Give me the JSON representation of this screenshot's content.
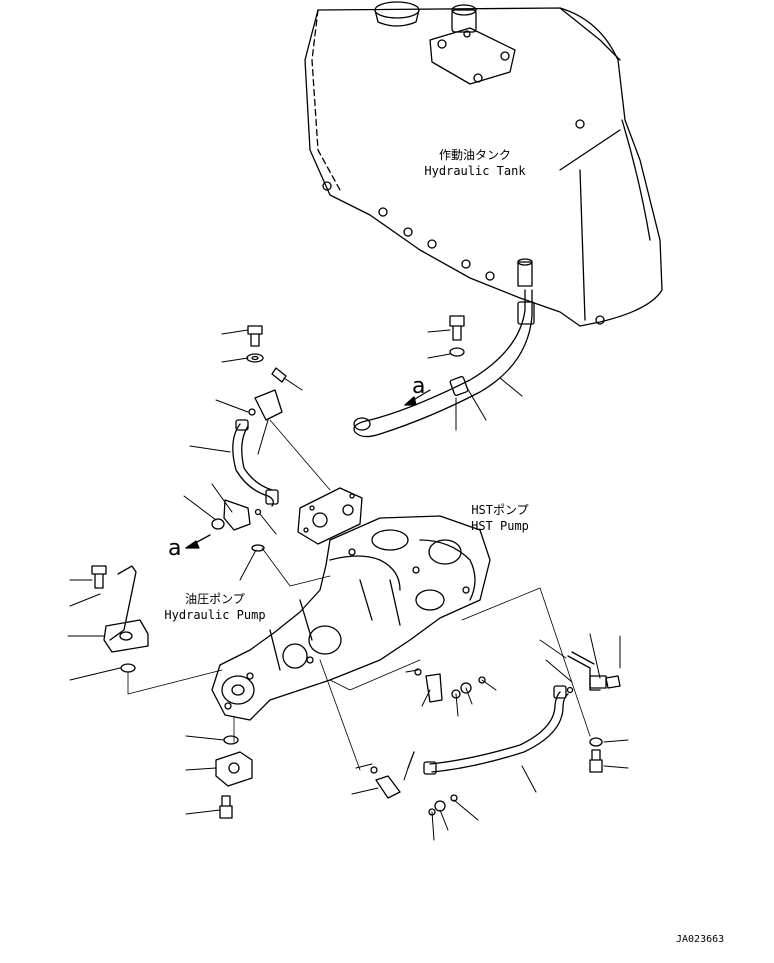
{
  "labels": {
    "tank_jp": "作動油タンク",
    "tank_en": "Hydraulic Tank",
    "hst_jp": "HSTポンプ",
    "hst_en": "HST Pump",
    "hyd_jp": "油圧ポンプ",
    "hyd_en": "Hydraulic Pump",
    "arrow_a1": "a",
    "arrow_a2": "a",
    "drawing_code": "JA023663"
  }
}
